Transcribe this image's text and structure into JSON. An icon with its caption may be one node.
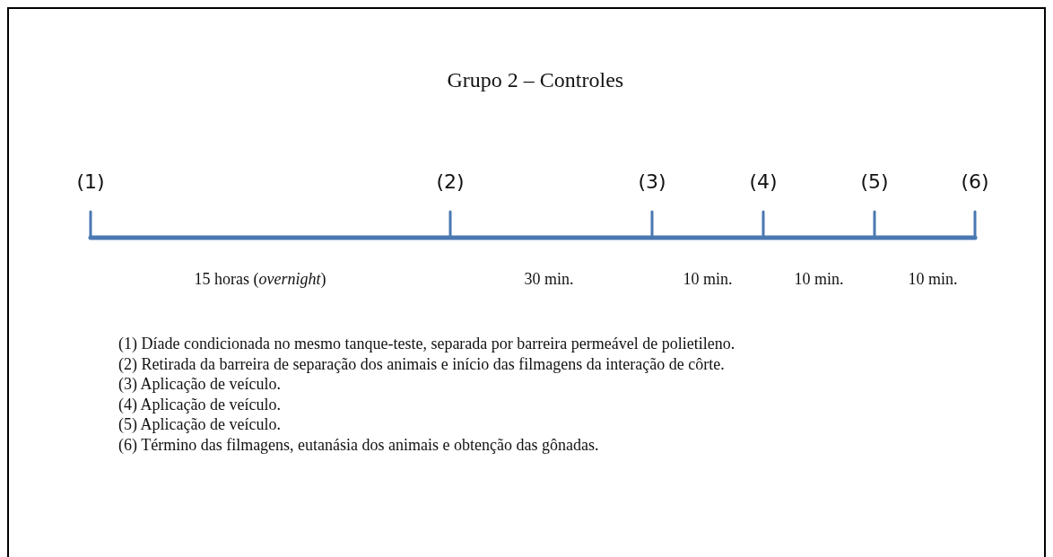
{
  "diagram": {
    "title": "Grupo 2 – Controles",
    "labels": [
      "(1)",
      "(2)",
      "(3)",
      "(4)",
      "(5)",
      "(6)",
      "15 horas (*overnight*)",
      "30 min.",
      "10 min.",
      "10 min.",
      "10 min.",
      "(1) Díade condicionada no mesmo tanque-teste, separada por barreira permeável de polietileno.",
      "(2) Retirada da barreira de separação dos animais e início das filmagens da interação de côrte.",
      "(3) Aplicação de veículo.",
      "(4) Aplicação de veículo.",
      "(5) Aplicação de veículo.",
      "(6) Término das filmagens, eutanásia dos animais e obtenção das gônadas."
    ]
  }
}
